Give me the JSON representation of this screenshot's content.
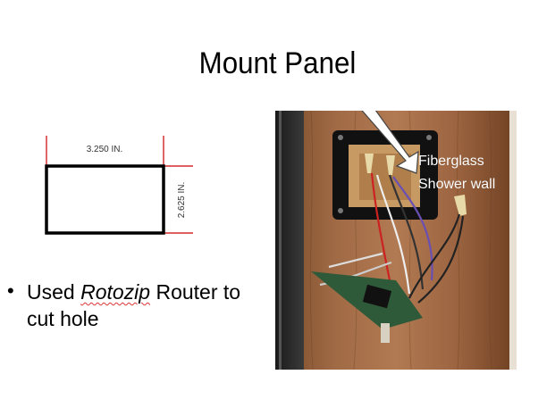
{
  "slide": {
    "title": "Mount Panel"
  },
  "diagram": {
    "width_label": "3.250 IN.",
    "height_label": "2.625 IN.",
    "dimension_color": "#cc0000",
    "outline_color": "#000000"
  },
  "bullets": [
    {
      "prefix": "Used ",
      "emphasis": "Rotozip",
      "suffix": " Router to cut hole"
    }
  ],
  "photo": {
    "label_line1": "Fiberglass",
    "label_line2": "Shower wall",
    "arrow_icon": "arrow-down-right-icon"
  }
}
